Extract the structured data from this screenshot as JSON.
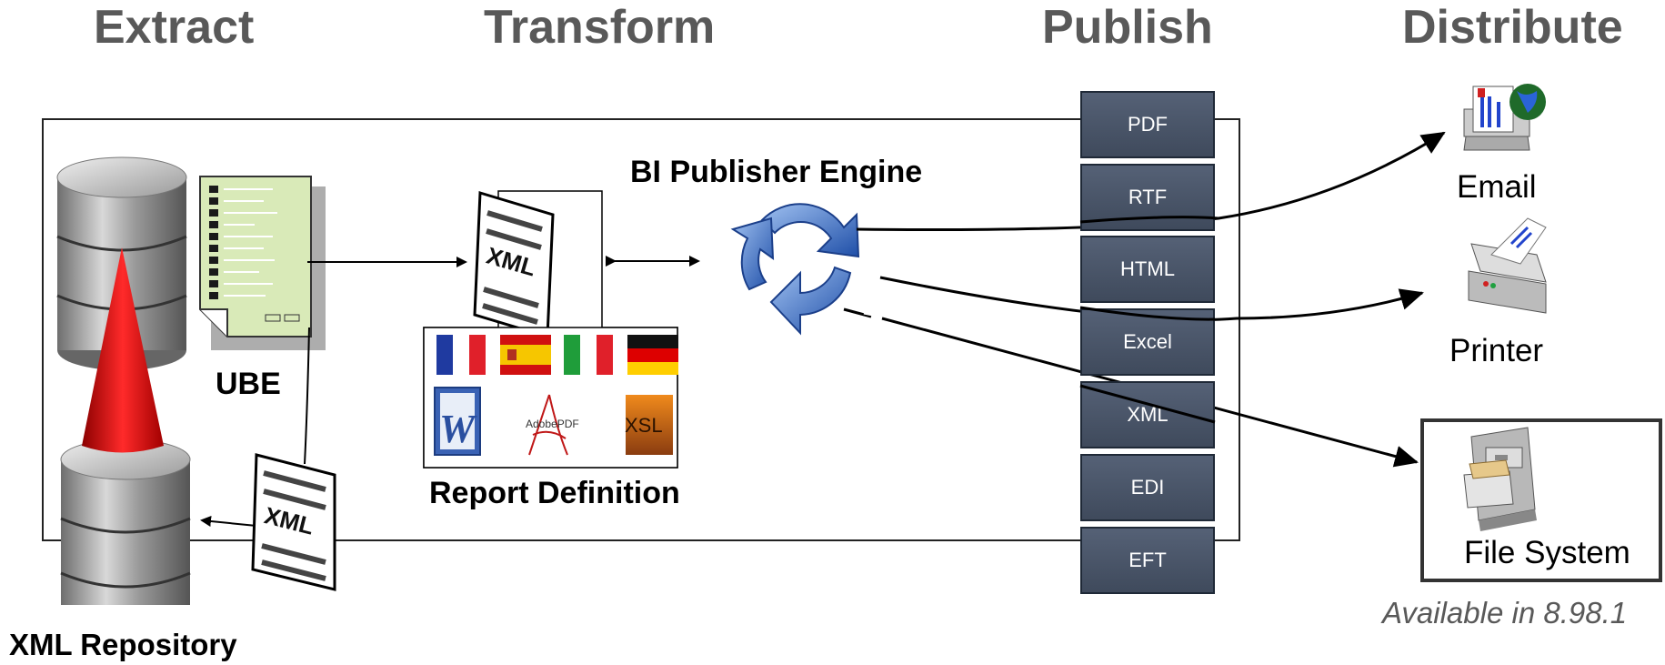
{
  "stages": {
    "extract": "Extract",
    "transform": "Transform",
    "publish": "Publish",
    "distribute": "Distribute"
  },
  "labels": {
    "ube": "UBE",
    "xml_repository": "XML Repository",
    "report_definition": "Report Definition",
    "engine": "BI Publisher Engine",
    "xml_doc_1": "XML",
    "xml_doc_2": "XML",
    "xsl": "XSL",
    "adobe_pdf": "AdobePDF"
  },
  "formats": [
    "PDF",
    "RTF",
    "HTML",
    "Excel",
    "XML",
    "EDI",
    "EFT"
  ],
  "destinations": {
    "email": "Email",
    "printer": "Printer",
    "file_system": "File System"
  },
  "note": "Available in 8.98.1",
  "icons": [
    "database-icon",
    "xml-document-icon",
    "flag-france-icon",
    "flag-spain-icon",
    "flag-italy-icon",
    "flag-germany-icon",
    "word-icon",
    "adobe-pdf-icon",
    "xsl-icon",
    "refresh-cycle-icon",
    "email-icon",
    "printer-icon",
    "file-cabinet-icon"
  ],
  "colors": {
    "heading": "#595959",
    "format_box": "#4a5568",
    "spotlight": "#d40000",
    "ube_doc": "#d9eab8"
  }
}
